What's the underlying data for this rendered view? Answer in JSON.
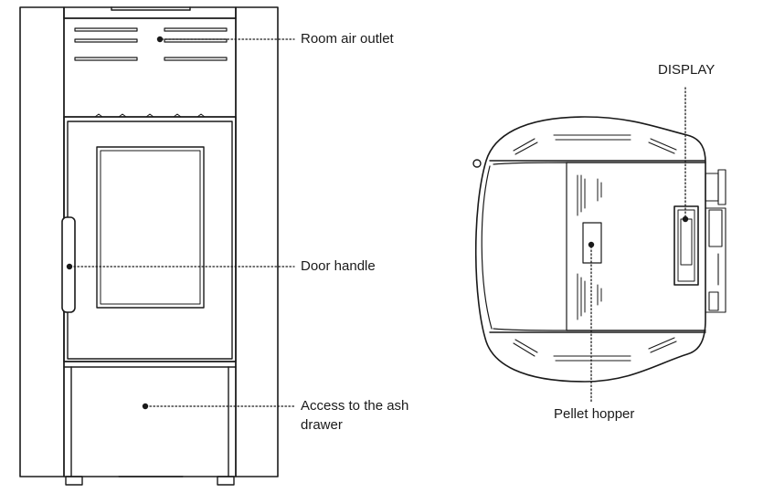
{
  "labels": {
    "room_air_outlet": "Room air outlet",
    "door_handle": "Door handle",
    "ash_drawer_line1": "Access to the ash",
    "ash_drawer_line2": "drawer",
    "display": "DISPLAY",
    "pellet_hopper": "Pellet hopper"
  },
  "colors": {
    "line": "#1a1a1a",
    "background": "#ffffff"
  }
}
